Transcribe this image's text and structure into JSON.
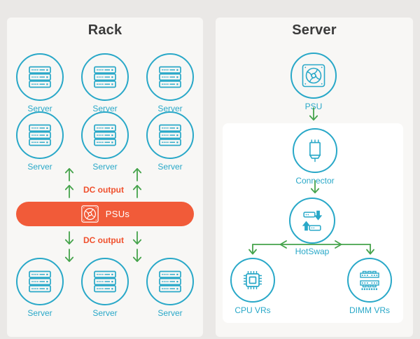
{
  "colors": {
    "teal": "#29a8c8",
    "green": "#45a34b",
    "orange": "#f15b39",
    "orange-text": "#f0502d",
    "title": "#3b3b3b",
    "page-bg": "#eae8e6",
    "card-bg": "#f8f7f5",
    "inner-bg": "#ffffff"
  },
  "icons": {
    "server": "server-icon",
    "psu_fan": "fan-icon",
    "connector": "connector-icon",
    "hotswap": "hotswap-arrows-icon",
    "cpu": "cpu-chip-icon",
    "dimm": "dimm-memory-icon",
    "flow_arrow": "green-arrow-icon"
  },
  "rack_panel": {
    "title": "Rack",
    "server_label": "Server",
    "dc_output_top": "DC output",
    "dc_output_bottom": "DC output",
    "psus_label": "PSUs"
  },
  "server_panel": {
    "title": "Server",
    "psu_label": "PSU",
    "connector_label": "Connector",
    "hotswap_label": "HotSwap",
    "cpu_vrs_label": "CPU VRs",
    "dimm_vrs_label": "DIMM VRs"
  }
}
